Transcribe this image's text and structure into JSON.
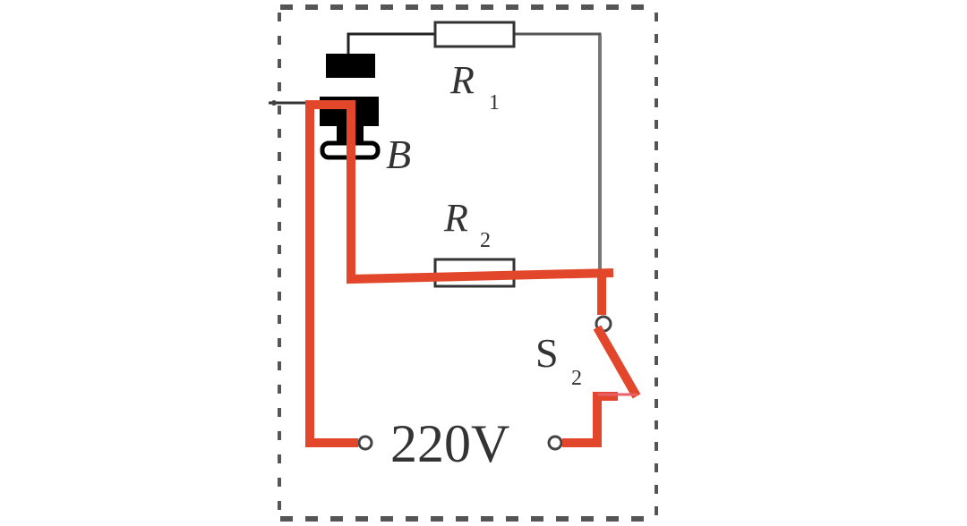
{
  "diagram": {
    "type": "circuit",
    "colors": {
      "background": "#ffffff",
      "border_dash": "#555555",
      "wire": "#333333",
      "wire_gray": "#777777",
      "highlight": "#e2472b",
      "switch_link": "#e8606a",
      "component_fill": "#000000"
    },
    "labels": {
      "r1_main": "R",
      "r1_sub": "1",
      "r2_main": "R",
      "r2_sub": "2",
      "b_label": "B",
      "s2_main": "S",
      "s2_sub": "2",
      "voltage": "220V"
    },
    "components": [
      {
        "id": "R1",
        "kind": "resistor",
        "label": "R1"
      },
      {
        "id": "R2",
        "kind": "resistor",
        "label": "R2"
      },
      {
        "id": "B",
        "kind": "thermostat-switch",
        "label": "B"
      },
      {
        "id": "S2",
        "kind": "switch",
        "label": "S2",
        "state": "closed"
      },
      {
        "id": "source",
        "kind": "ac-supply",
        "label": "220V"
      }
    ],
    "highlighted_path": "220V left terminal → left vertical wire → B contact → down to R2 level → across to right junction → S2 → 220V right terminal"
  }
}
